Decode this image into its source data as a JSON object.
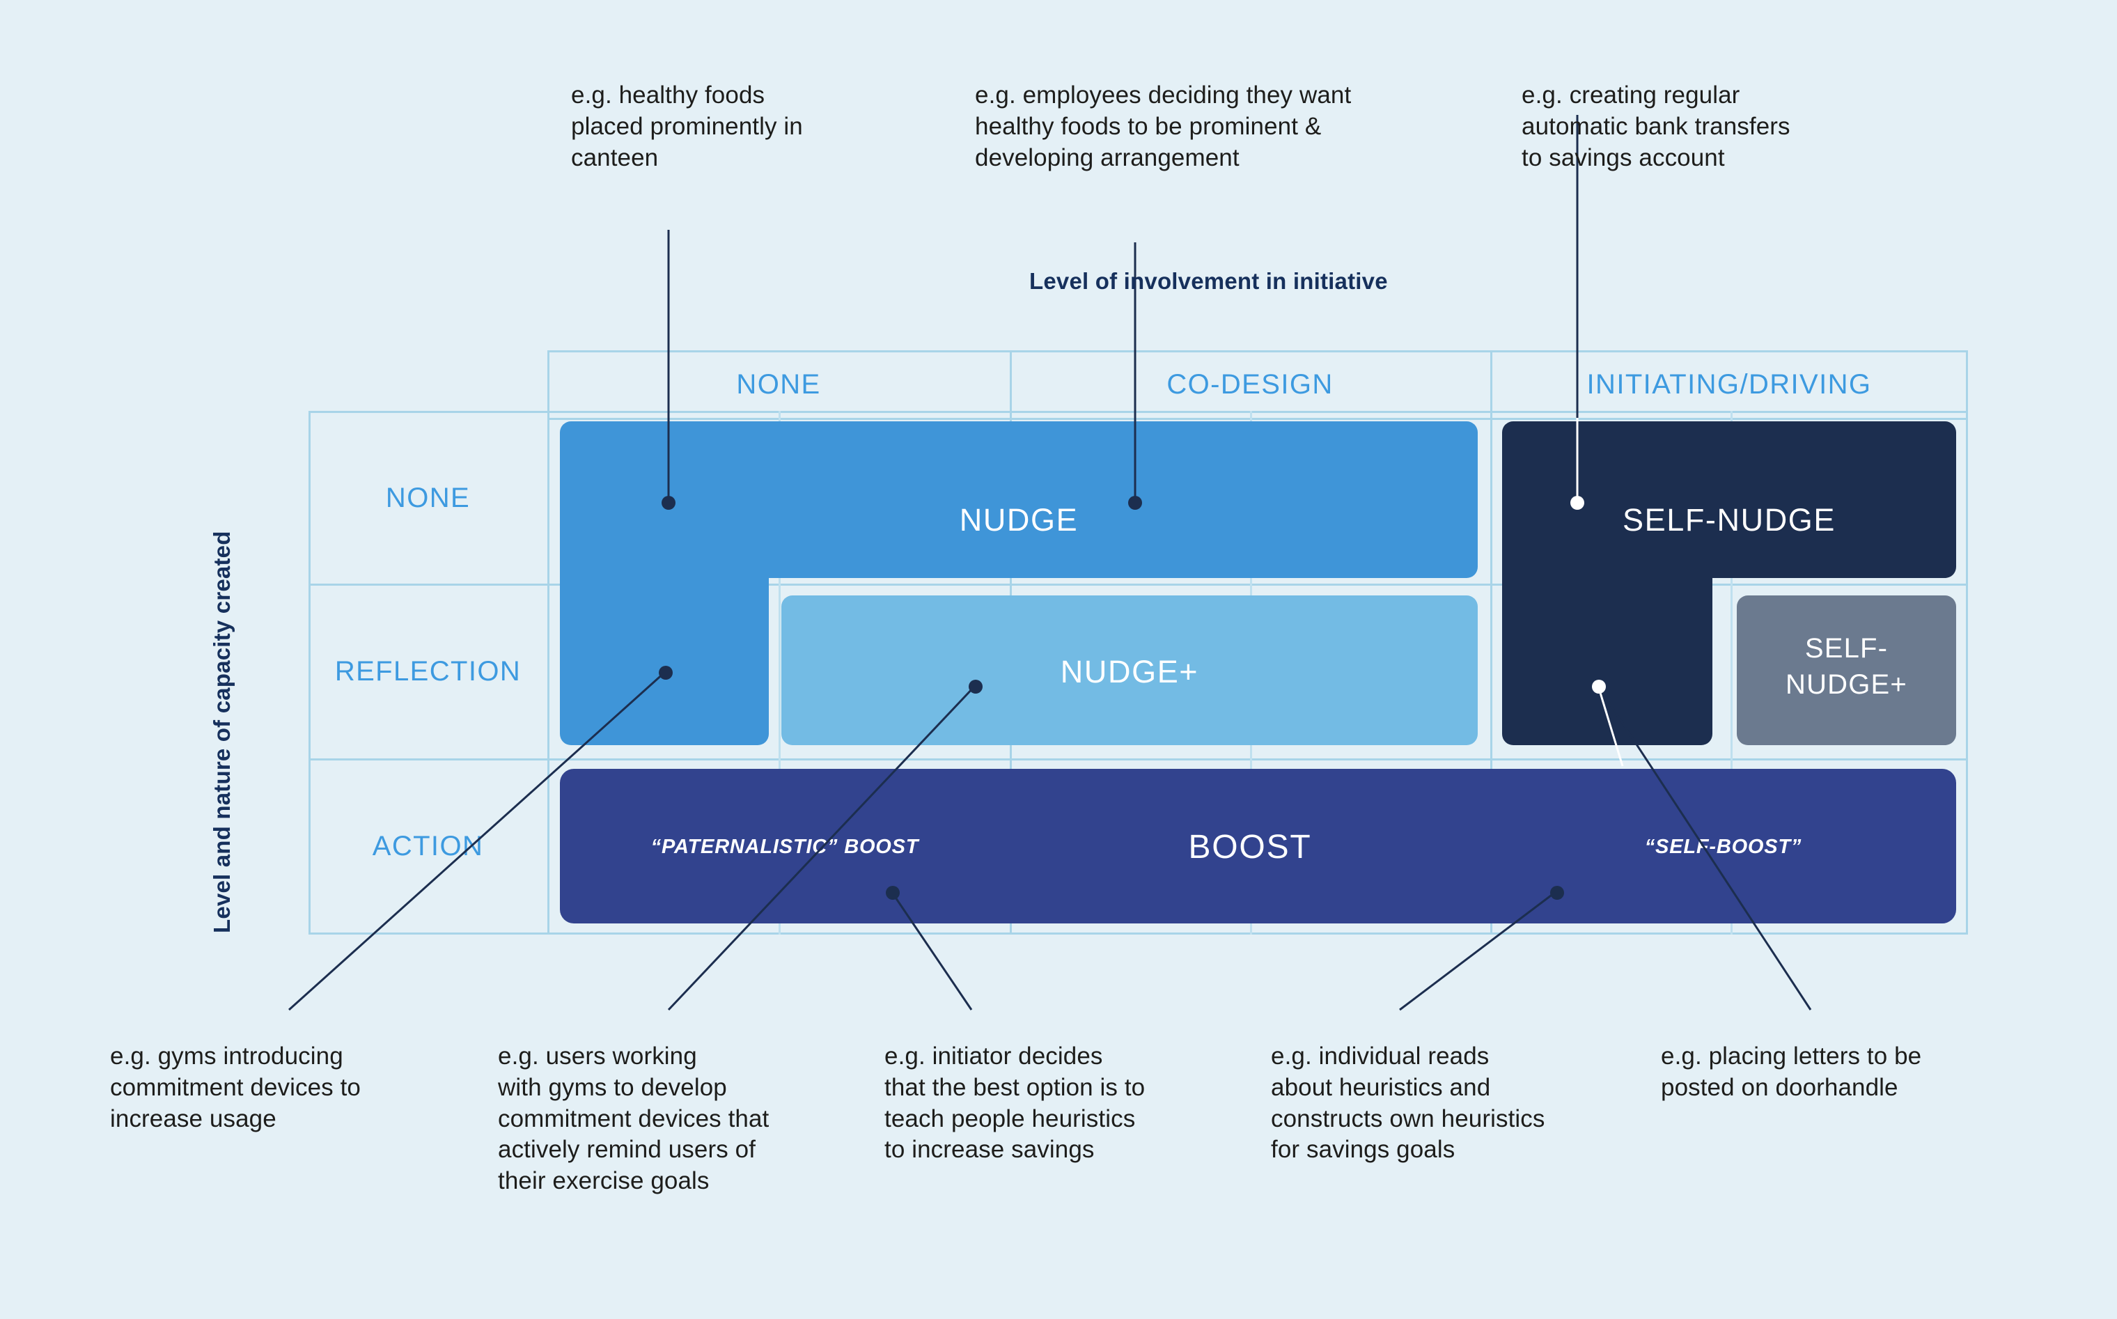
{
  "axes": {
    "x_title": "Level of involvement in initiative",
    "y_title": "Level and nature of capacity created",
    "columns": [
      "NONE",
      "CO-DESIGN",
      "INITIATING/DRIVING"
    ],
    "rows": [
      "NONE",
      "REFLECTION",
      "ACTION"
    ]
  },
  "blocks": {
    "nudge": "NUDGE",
    "self_nudge": "SELF-NUDGE",
    "nudge_plus": "NUDGE+",
    "self_nudge_plus": "SELF-\nNUDGE+",
    "paternalistic_boost": "“PATERNALISTIC” BOOST",
    "boost": "BOOST",
    "self_boost": "“SELF-BOOST”"
  },
  "colors": {
    "background": "#e4f0f6",
    "nudge": "#3f95d8",
    "nudge_plus": "#73bbe4",
    "self_nudge": "#1c2e4f",
    "self_nudge_plus": "#6b7a8f",
    "boost": "#32438e",
    "grid_line": "#a8d4e8",
    "grid_subline": "#bfe0ef",
    "header_text": "#3d9ae0",
    "axis_title": "#16305c",
    "annotation_text": "#1d1d1b"
  },
  "annotations": {
    "top_left": "e.g. healthy foods\nplaced prominently in\ncanteen",
    "top_mid": "e.g. employees deciding they want\nhealthy foods to be prominent &\ndeveloping arrangement",
    "top_right": "e.g. creating regular\nautomatic bank transfers\nto savings account",
    "bottom_1": "e.g. gyms introducing\ncommitment devices to\nincrease usage",
    "bottom_2": "e.g. users working\nwith gyms to develop\ncommitment devices that\nactively remind users of\ntheir exercise goals",
    "bottom_3": "e.g. initiator decides\nthat the best option is to\nteach people heuristics\nto increase savings",
    "bottom_4": "e.g. individual reads\nabout heuristics and\nconstructs own heuristics\nfor savings goals",
    "bottom_5": "e.g. placing letters to be\nposted on doorhandle"
  }
}
